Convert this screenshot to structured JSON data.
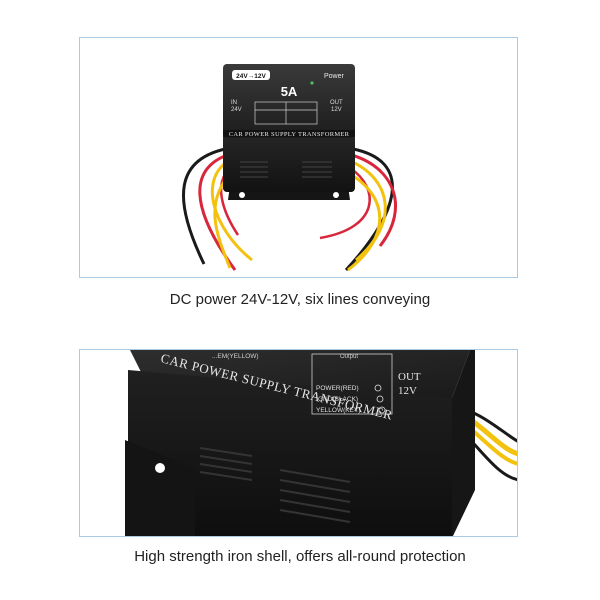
{
  "captions": {
    "top": "DC power 24V-12V, six lines conveying",
    "bottom": "High strength iron shell, offers all-round protection"
  },
  "device": {
    "label_conversion": "24V→12V",
    "label_power": "Power",
    "label_current": "5A",
    "label_in": "IN",
    "label_in_voltage": "24V",
    "label_out": "OUT",
    "label_out_voltage": "12V",
    "label_brand": "CAR POWER SUPPLY TRANSFORMER",
    "wiring_legend": [
      "POWER(RED)",
      "GND(BLACK)",
      "YELLOW(KEY)"
    ],
    "wiring_legend_partial": "...EM(YELLOW)",
    "output_tag": "Output"
  },
  "colors": {
    "shell": "#1e1e1e",
    "wire_red": "#d8263a",
    "wire_yellow": "#f2c20f",
    "wire_black": "#1a1a1a",
    "panel_border": "#a9cbe6"
  }
}
